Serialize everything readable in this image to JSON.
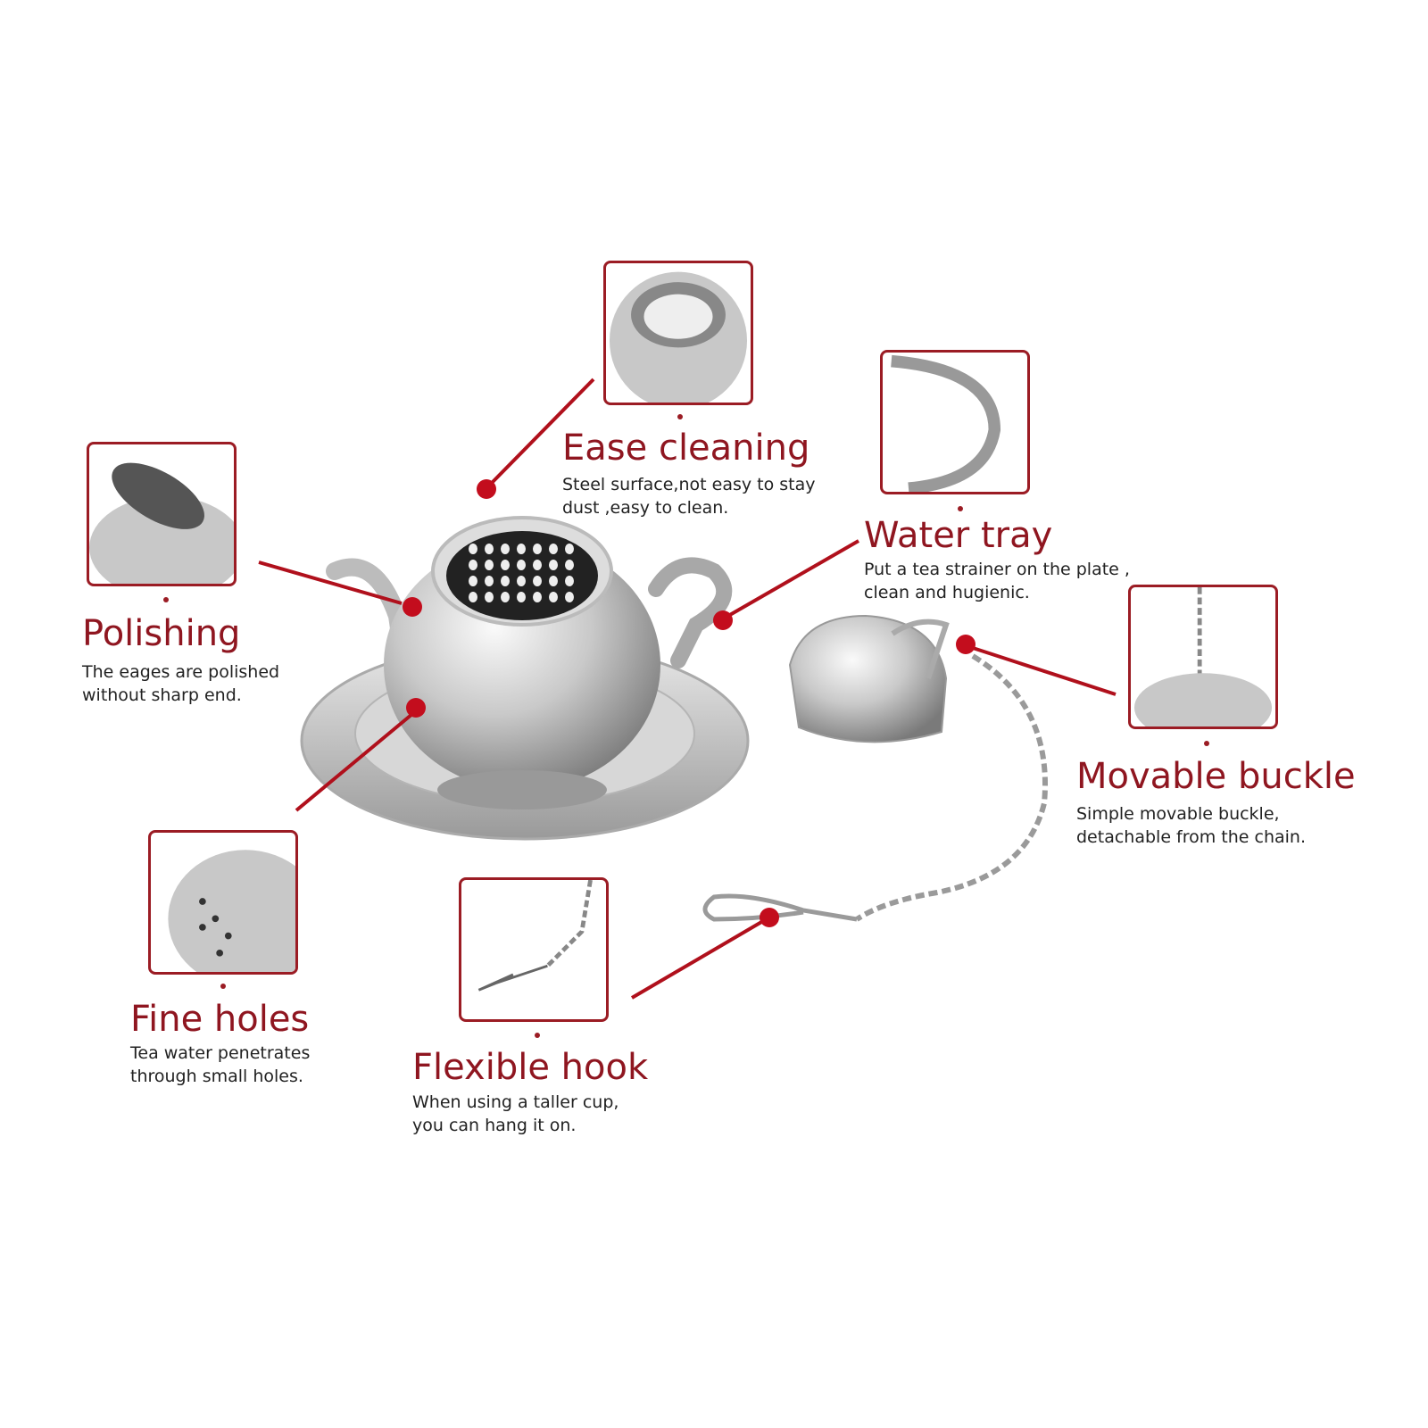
{
  "accent_color": "#8f1620",
  "dot_color": "#c30d1d",
  "features": [
    {
      "id": "ease-cleaning",
      "title": "Ease cleaning",
      "lines": [
        "Steel surface,not easy to stay",
        "dust ,easy to clean."
      ]
    },
    {
      "id": "water-tray",
      "title": "Water tray",
      "lines": [
        "Put a tea strainer on the plate ,",
        "clean and hugienic."
      ]
    },
    {
      "id": "polishing",
      "title": "Polishing",
      "lines": [
        "The eages are polished",
        "without sharp end."
      ]
    },
    {
      "id": "movable-buckle",
      "title": "Movable buckle",
      "lines": [
        "Simple movable buckle,",
        "detachable from the chain."
      ]
    },
    {
      "id": "fine-holes",
      "title": "Fine holes",
      "lines": [
        "Tea water penetrates",
        "through small holes."
      ]
    },
    {
      "id": "flexible-hook",
      "title": "Flexible hook",
      "lines": [
        "When using a taller cup,",
        "you can hang it on."
      ]
    }
  ]
}
